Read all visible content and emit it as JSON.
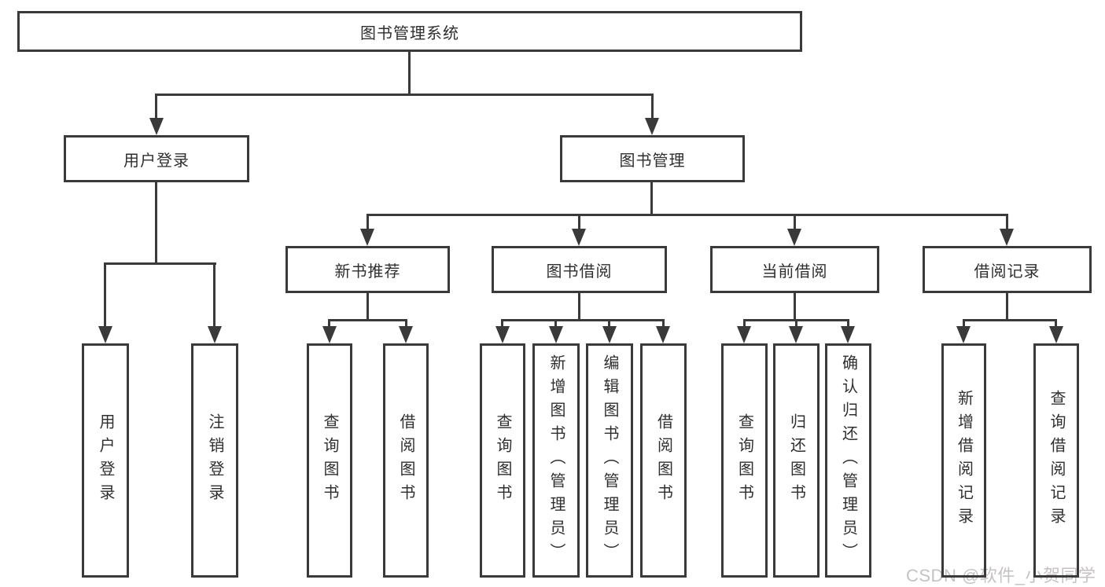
{
  "diagram": {
    "root": {
      "label": "图书管理系统"
    },
    "branches": [
      {
        "label": "用户登录",
        "children": [
          {
            "label": "用户登录"
          },
          {
            "label": "注销登录"
          }
        ]
      },
      {
        "label": "图书管理",
        "children": [
          {
            "label": "新书推荐",
            "children": [
              {
                "label": "查询图书"
              },
              {
                "label": "借阅图书"
              }
            ]
          },
          {
            "label": "图书借阅",
            "children": [
              {
                "label": "查询图书"
              },
              {
                "label": "新增图书（管理员）"
              },
              {
                "label": "编辑图书（管理员）"
              },
              {
                "label": "借阅图书"
              }
            ]
          },
          {
            "label": "当前借阅",
            "children": [
              {
                "label": "查询图书"
              },
              {
                "label": "归还图书"
              },
              {
                "label": "确认归还（管理员）"
              }
            ]
          },
          {
            "label": "借阅记录",
            "children": [
              {
                "label": "新增借阅记录"
              },
              {
                "label": "查询借阅记录"
              }
            ]
          }
        ]
      }
    ]
  },
  "watermark": {
    "text": "CSDN @软件_小贺同学"
  },
  "colors": {
    "line": "#3a3a3a",
    "text": "#2f2f2f",
    "watermark": "#c6c2c2",
    "background": "#ffffff"
  }
}
